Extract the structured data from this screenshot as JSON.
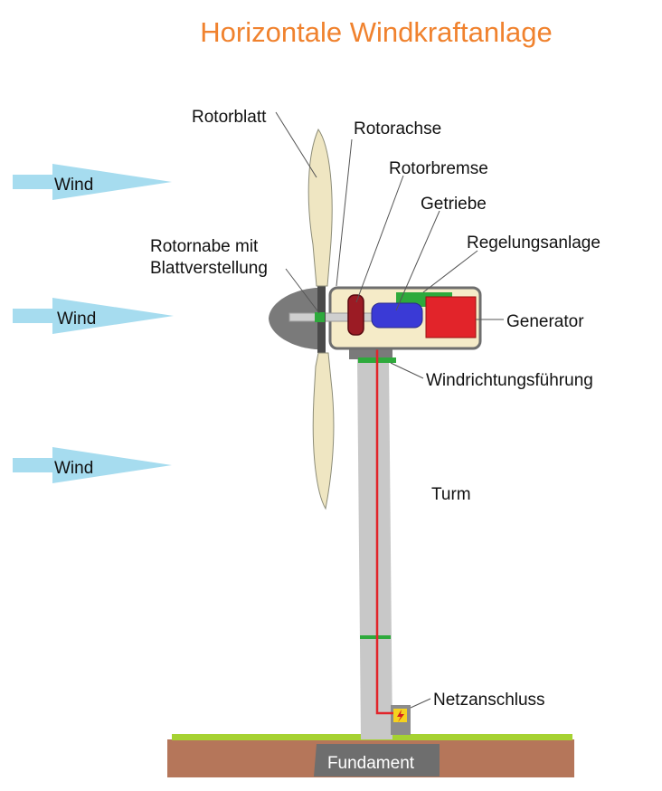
{
  "title": "Horizontale Windkraftanlage",
  "wind_labels": [
    "Wind",
    "Wind",
    "Wind"
  ],
  "parts": {
    "rotorblatt": "Rotorblatt",
    "rotorachse": "Rotorachse",
    "rotorbremse": "Rotorbremse",
    "getriebe": "Getriebe",
    "regelungsanlage": "Regelungsanlage",
    "rotornabe_line1": "Rotornabe mit",
    "rotornabe_line2": "Blattverstellung",
    "generator": "Generator",
    "windrichtungsfuehrung": "Windrichtungsführung",
    "turm": "Turm",
    "netzanschluss": "Netzanschluss",
    "fundament": "Fundament"
  },
  "icons": {
    "lightning": "lightning-icon"
  },
  "colors": {
    "title": "#F0822E",
    "wind_arrow": "#A6DCEF",
    "blade": "#EFE6C2",
    "blade_stroke": "#8C8C78",
    "hub": "#787878",
    "tower": "#C8C8C8",
    "nacelle": "#F5EBC8",
    "brake": "#9B1B24",
    "gearbox": "#3A3AD6",
    "controller": "#2EAA3C",
    "generator": "#E2242A",
    "yaw_ring": "#2EAA3C",
    "cable": "#E2242A",
    "grass": "#A6D232",
    "soil": "#B5765A",
    "foundation": "#6E6E6E",
    "grid_box": "#8C8C8C",
    "lightning_box": "#F5D21E"
  }
}
